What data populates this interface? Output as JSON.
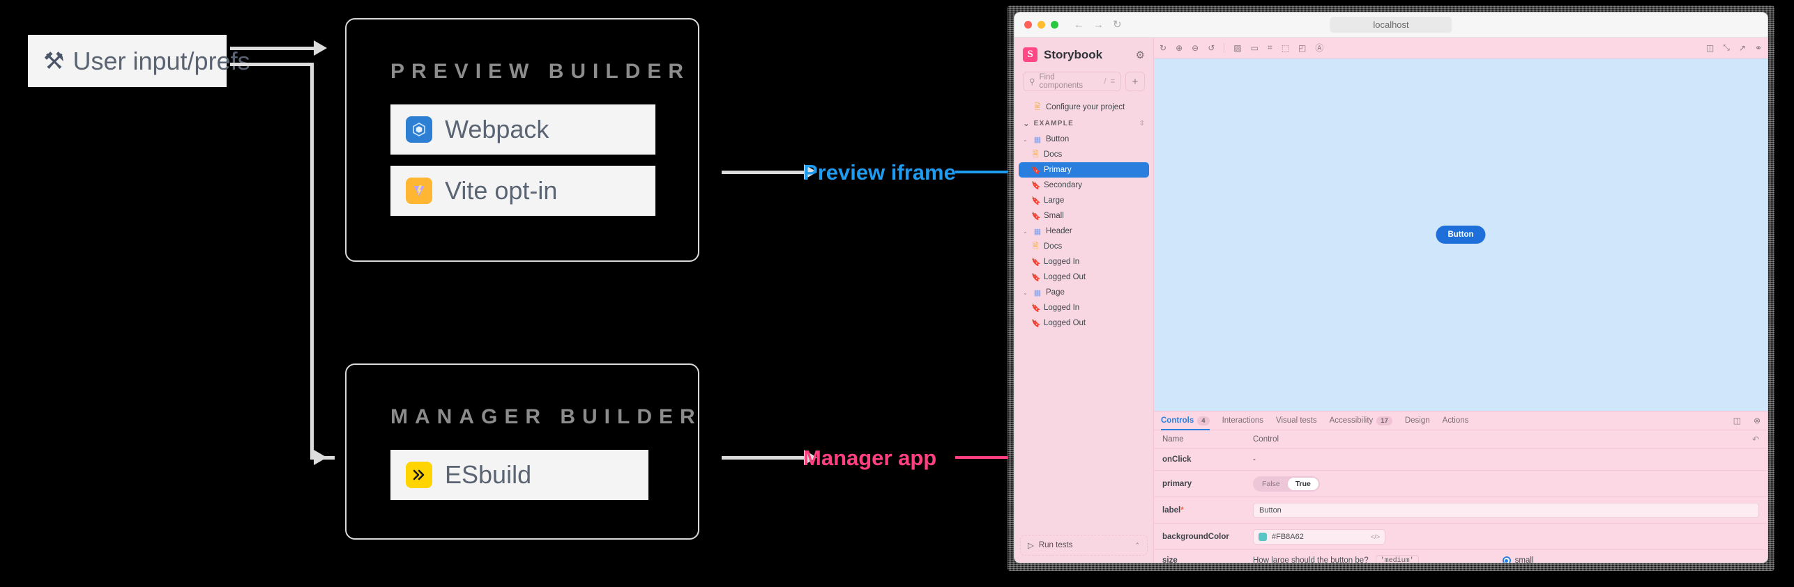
{
  "diagram": {
    "input_chip": {
      "icon": "tools-icon",
      "glyph": "⚒",
      "label": "User input/prefs"
    },
    "preview_box": {
      "heading": "PREVIEW BUILDER",
      "rows": [
        {
          "icon": "webpack-icon",
          "glyph": "⬡",
          "label": "Webpack"
        },
        {
          "icon": "vite-icon",
          "glyph": "⚡",
          "label": "Vite opt-in"
        }
      ]
    },
    "manager_box": {
      "heading": "MANAGER BUILDER",
      "rows": [
        {
          "icon": "esbuild-icon",
          "glyph": "»",
          "label": "ESbuild"
        }
      ]
    },
    "callouts": [
      {
        "label": "Preview iframe",
        "color": "#1f9cf0"
      },
      {
        "label": "Manager app",
        "color": "#ff3f7f"
      }
    ]
  },
  "browser": {
    "url": "localhost",
    "nav": {
      "back": "←",
      "forward": "→",
      "reload": "↻"
    }
  },
  "storybook": {
    "brand": {
      "logo_letter": "S",
      "title": "Storybook"
    },
    "gear_icon": "gear-icon",
    "search": {
      "placeholder": "Find components",
      "shortcut": "/",
      "filter_icon": "filter-icon"
    },
    "add_button": "+",
    "configure_item": {
      "icon": "docs-icon",
      "label": "Configure your project"
    },
    "group": {
      "label": "EXAMPLE",
      "chevron": "⌄",
      "sort_icon": "sort-icon"
    },
    "tree": [
      {
        "type": "component",
        "label": "Button",
        "icon": "component-icon",
        "expanded": true,
        "selected": false
      },
      {
        "type": "docs",
        "label": "Docs",
        "icon": "docs-icon",
        "selected": false
      },
      {
        "type": "story",
        "label": "Primary",
        "icon": "story-icon",
        "selected": true
      },
      {
        "type": "story",
        "label": "Secondary",
        "icon": "story-icon",
        "selected": false
      },
      {
        "type": "story",
        "label": "Large",
        "icon": "story-icon",
        "selected": false
      },
      {
        "type": "story",
        "label": "Small",
        "icon": "story-icon",
        "selected": false
      },
      {
        "type": "component",
        "label": "Header",
        "icon": "component-icon",
        "expanded": true,
        "selected": false
      },
      {
        "type": "docs",
        "label": "Docs",
        "icon": "docs-icon",
        "selected": false
      },
      {
        "type": "story",
        "label": "Logged In",
        "icon": "story-icon",
        "selected": false
      },
      {
        "type": "story",
        "label": "Logged Out",
        "icon": "story-icon",
        "selected": false
      },
      {
        "type": "component",
        "label": "Page",
        "icon": "component-icon",
        "expanded": true,
        "selected": false
      },
      {
        "type": "story",
        "label": "Logged In",
        "icon": "story-icon",
        "selected": false
      },
      {
        "type": "story",
        "label": "Logged Out",
        "icon": "story-icon",
        "selected": false
      }
    ],
    "run_tests": {
      "label": "Run tests",
      "play_icon": "play-icon",
      "chevron": "⌃"
    },
    "toolbar_left": [
      {
        "name": "remount-icon",
        "glyph": "↻"
      },
      {
        "name": "zoom-in-icon",
        "glyph": "⊕"
      },
      {
        "name": "zoom-out-icon",
        "glyph": "⊖"
      },
      {
        "name": "zoom-reset-icon",
        "glyph": "↺"
      },
      {
        "name": "background-icon",
        "glyph": "▨"
      },
      {
        "name": "viewport-icon",
        "glyph": "▭"
      },
      {
        "name": "grid-icon",
        "glyph": "⌗"
      },
      {
        "name": "measure-icon",
        "glyph": "⬚"
      },
      {
        "name": "outline-icon",
        "glyph": "◰"
      },
      {
        "name": "accessibility-icon",
        "glyph": "Ⓐ"
      }
    ],
    "toolbar_right": [
      {
        "name": "sidebar-toggle-icon",
        "glyph": "◫"
      },
      {
        "name": "fullscreen-icon",
        "glyph": "⤡"
      },
      {
        "name": "open-new-tab-icon",
        "glyph": "↗"
      },
      {
        "name": "copy-link-icon",
        "glyph": "⚭"
      }
    ],
    "canvas": {
      "button_label": "Button",
      "button_color": "#1e6fd9",
      "background": "#cfe6fb"
    },
    "addon_tabs": [
      {
        "label": "Controls",
        "count": "4",
        "active": true
      },
      {
        "label": "Interactions",
        "count": "",
        "active": false
      },
      {
        "label": "Visual tests",
        "count": "",
        "active": false
      },
      {
        "label": "Accessibility",
        "count": "17",
        "active": false
      },
      {
        "label": "Design",
        "count": "",
        "active": false
      },
      {
        "label": "Actions",
        "count": "",
        "active": false
      }
    ],
    "panel_actions": [
      {
        "name": "panel-position-icon",
        "glyph": "◫"
      },
      {
        "name": "close-panel-icon",
        "glyph": "⊗"
      }
    ],
    "controls": {
      "columns": [
        "Name",
        "Control"
      ],
      "reset_icon": "reset-icon",
      "rows": [
        {
          "name": "onClick",
          "required": false,
          "control_type": "none",
          "value": "-"
        },
        {
          "name": "primary",
          "required": false,
          "control_type": "boolean",
          "options": [
            "False",
            "True"
          ],
          "value": "True"
        },
        {
          "name": "label",
          "required": true,
          "control_type": "text",
          "value": "Button"
        },
        {
          "name": "backgroundColor",
          "required": false,
          "control_type": "color",
          "value": "#FB8A62",
          "swatch": "#5bc4c4",
          "code_icon": "code-icon"
        },
        {
          "name": "size",
          "required": false,
          "control_type": "radio",
          "description": "How large should the button be?",
          "literal": "'medium'",
          "selected_option": "small"
        }
      ]
    }
  }
}
